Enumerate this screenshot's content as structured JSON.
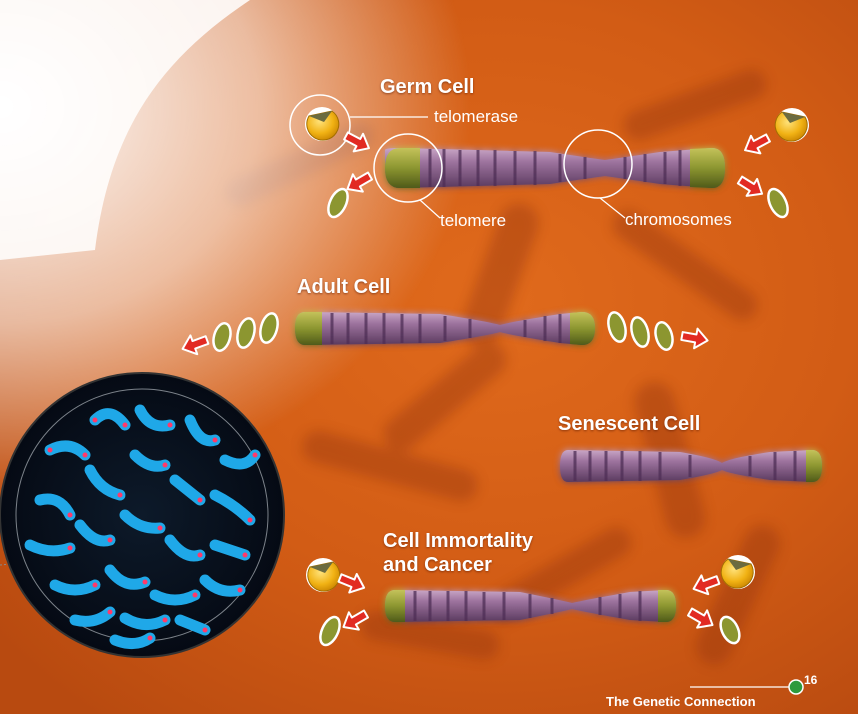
{
  "colors": {
    "background_orange": "#cf5a12",
    "chromosome_purple": "#9a6f9c",
    "telomere_green": "#8c9630",
    "telomerase_yellow": "#f1b214",
    "arrow_red": "#e22a22",
    "fluorescent_blue": "#1fa8e8",
    "page_marker_green": "#2d9a3c"
  },
  "sections": {
    "germ_cell": "Germ Cell",
    "adult_cell": "Adult Cell",
    "senescent_cell": "Senescent Cell",
    "immortality_line1": "Cell Immortality",
    "immortality_line2": "and Cancer"
  },
  "callouts": {
    "telomerase": "telomerase",
    "telomere": "telomere",
    "chromosomes": "chromosomes"
  },
  "footer": {
    "publication": "The Genetic Connection",
    "page_number": "16"
  },
  "micrograph": {
    "description_icon": "fluorescent-chromosome-spread"
  }
}
